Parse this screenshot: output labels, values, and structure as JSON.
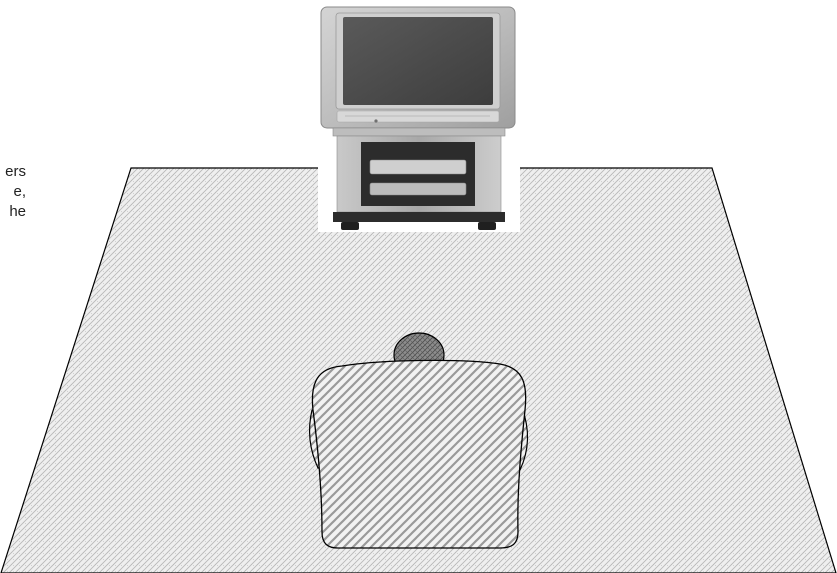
{
  "caption": {
    "line1": "ers",
    "line2": "e,",
    "line3": "he"
  },
  "colors": {
    "carpet_fill": "#efefef",
    "carpet_pattern": "#b8b8b8",
    "outline": "#000000",
    "armchair_fill": "#f2f2f2",
    "armchair_stripe": "#9a9a9a",
    "head_fill": "#8c8c8c",
    "tv_body": "#b9b9b9",
    "tv_screen": "#4a4a4a",
    "tv_stand_dark": "#2c2c2c"
  },
  "icons": {
    "tv": "television-icon",
    "armchair": "armchair-icon",
    "person": "person-head-icon",
    "rug": "carpet-icon"
  }
}
